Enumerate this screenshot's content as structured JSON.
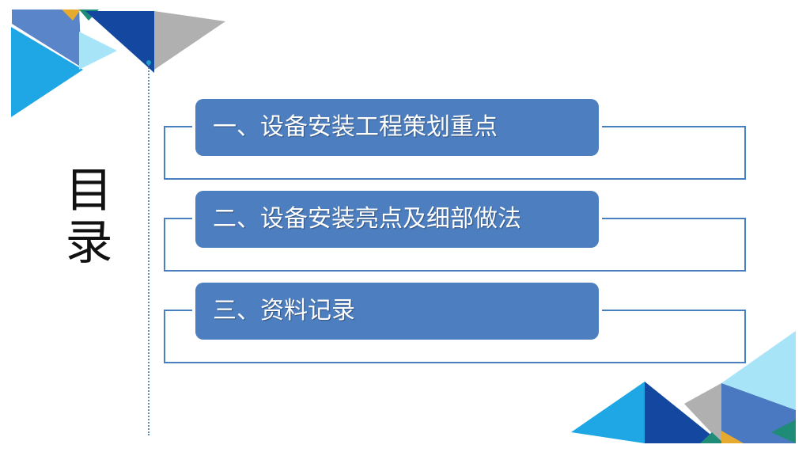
{
  "slide": {
    "title": "目录",
    "items": [
      {
        "label": "一、设备安装工程策划重点"
      },
      {
        "label": "二、设备安装亮点及细部做法"
      },
      {
        "label": "三、资料记录"
      }
    ]
  },
  "colors": {
    "label_bg": "#4d7ebf",
    "frame": "#4a7fbf",
    "dark_blue": "#1347a0",
    "mid_blue": "#4a79c2",
    "sky_blue": "#1ea7e4",
    "light_blue": "#a8e4f7",
    "gray": "#b0b0b0",
    "gold": "#e6ab2e",
    "teal": "#1f8c77"
  },
  "icons": {
    "top_left": "geometric-triangles-icon",
    "bottom_right": "geometric-triangles-icon"
  }
}
